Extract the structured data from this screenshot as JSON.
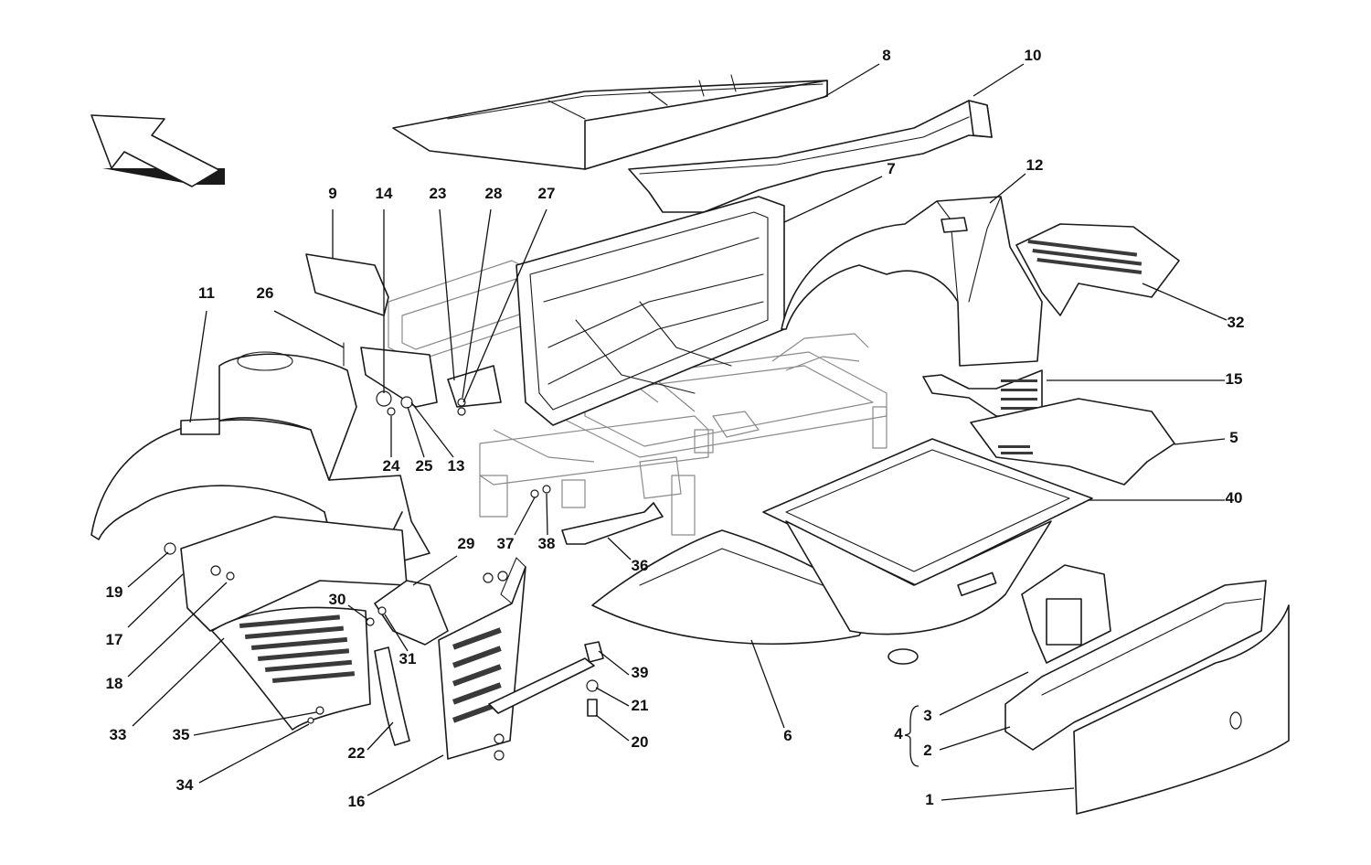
{
  "diagram": {
    "callouts": [
      {
        "n": "1"
      },
      {
        "n": "2"
      },
      {
        "n": "3"
      },
      {
        "n": "4"
      },
      {
        "n": "5"
      },
      {
        "n": "6"
      },
      {
        "n": "7"
      },
      {
        "n": "8"
      },
      {
        "n": "9"
      },
      {
        "n": "10"
      },
      {
        "n": "11"
      },
      {
        "n": "12"
      },
      {
        "n": "13"
      },
      {
        "n": "14"
      },
      {
        "n": "15"
      },
      {
        "n": "16"
      },
      {
        "n": "17"
      },
      {
        "n": "18"
      },
      {
        "n": "19"
      },
      {
        "n": "20"
      },
      {
        "n": "21"
      },
      {
        "n": "22"
      },
      {
        "n": "23"
      },
      {
        "n": "24"
      },
      {
        "n": "25"
      },
      {
        "n": "26"
      },
      {
        "n": "27"
      },
      {
        "n": "28"
      },
      {
        "n": "29"
      },
      {
        "n": "30"
      },
      {
        "n": "31"
      },
      {
        "n": "32"
      },
      {
        "n": "33"
      },
      {
        "n": "34"
      },
      {
        "n": "35"
      },
      {
        "n": "36"
      },
      {
        "n": "37"
      },
      {
        "n": "38"
      },
      {
        "n": "39"
      },
      {
        "n": "40"
      }
    ]
  }
}
